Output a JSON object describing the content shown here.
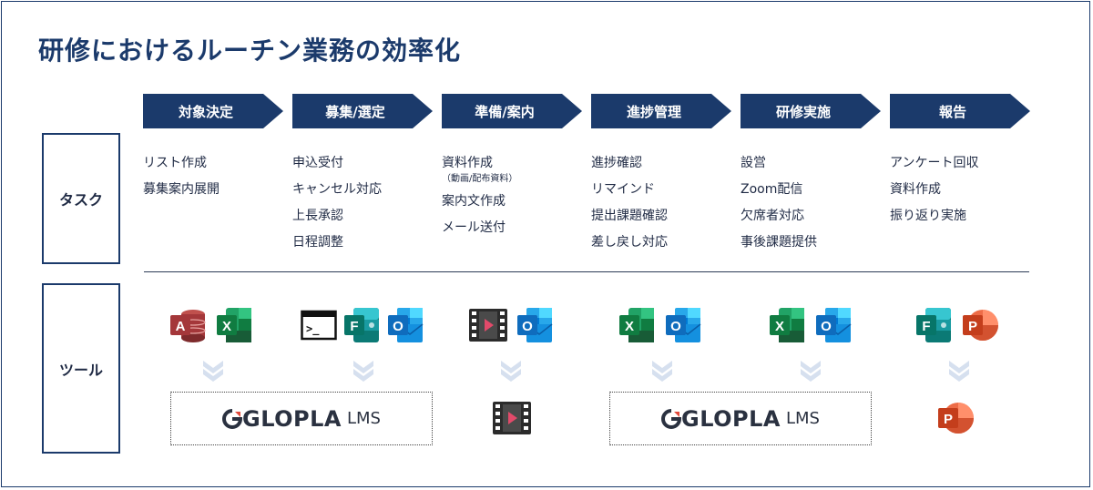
{
  "title": "研修におけるルーチン業務の効率化",
  "row_labels": {
    "tasks": "タスク",
    "tools": "ツール"
  },
  "steps": [
    {
      "label": "対象決定",
      "tasks": [
        "リスト作成",
        "募集案内展開"
      ]
    },
    {
      "label": "募集/選定",
      "tasks": [
        "申込受付",
        "キャンセル対応",
        "上長承認",
        "日程調整"
      ]
    },
    {
      "label": "準備/案内",
      "tasks": [
        "資料作成",
        "案内文作成",
        "メール送付"
      ],
      "task_note": "（動画/配布資料）"
    },
    {
      "label": "進捗管理",
      "tasks": [
        "進捗確認",
        "リマインド",
        "提出課題確認",
        "差し戻し対応"
      ]
    },
    {
      "label": "研修実施",
      "tasks": [
        "設営",
        "Zoom配信",
        "欠席者対応",
        "事後課題提供"
      ]
    },
    {
      "label": "報告",
      "tasks": [
        "アンケート回収",
        "資料作成",
        "振り返り実施"
      ]
    }
  ],
  "tool_icons": {
    "access_letter": "A",
    "excel_letter": "X",
    "forms_letter": "F",
    "outlook_letter": "O",
    "powerpoint_letter": "P",
    "terminal_prompt": ">_"
  },
  "lms": {
    "brand": "GLOPLA",
    "suffix": "LMS"
  },
  "colors": {
    "navy": "#1b3a6b",
    "excel": "#1e7a45",
    "outlook": "#0f6cbd",
    "forms": "#0b7a75",
    "access": "#a4373a",
    "powerpoint": "#d24726",
    "down_arrow": "#d6e0ef"
  }
}
